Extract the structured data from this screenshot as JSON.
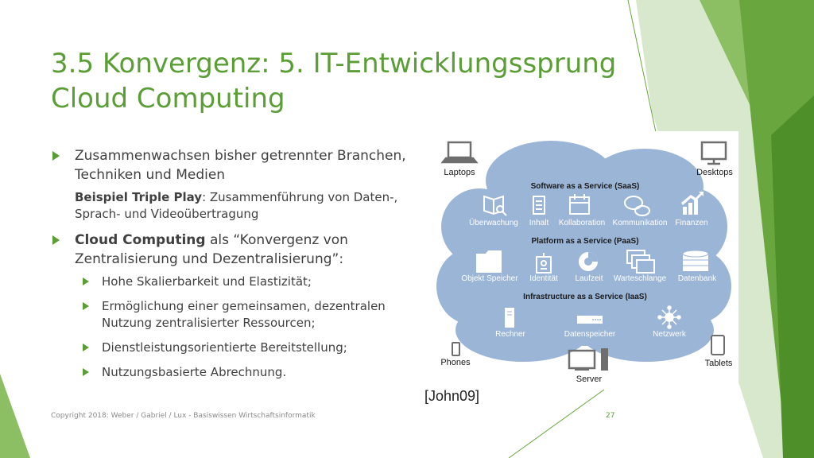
{
  "slide": {
    "title_line1": "3.5 Konvergenz: 5. IT-Entwicklungssprung",
    "title_line2": "Cloud Computing",
    "bullet1": "Zusammenwachsen bisher getrennter Branchen, Techniken und Medien",
    "bullet1_sub_bold": "Beispiel Triple Play",
    "bullet1_sub_rest": ": Zusammenführung von Daten-, Sprach- und Videoübertragung",
    "bullet2_bold": "Cloud Computing",
    "bullet2_rest": " als “Konvergenz von Zentralisierung und Dezentralisierung”:",
    "sub_bullets": [
      "Hohe Skalierbarkeit und Elastizität;",
      "Ermöglichung einer gemeinsamen, dezentralen Nutzung zentralisierter Ressourcen;",
      "Dienstleistungsorientierte Bereitstellung;",
      "Nutzungsbasierte Abrechnung."
    ],
    "citation": "[John09]",
    "footer": "Copyright 2018: Weber / Gabriel / Lux - Basiswissen Wirtschaftsinformatik",
    "page_number": "27"
  },
  "figure": {
    "saas_header": "Software as a Service (SaaS)",
    "paas_header": "Platform as a Service (PaaS)",
    "iaas_header": "Infrastructure as a Service (IaaS)",
    "saas_items": [
      "Überwachung",
      "Inhalt",
      "Kollaboration",
      "Kommunikation",
      "Finanzen"
    ],
    "paas_items": [
      "Objekt Speicher",
      "Identität",
      "Laufzeit",
      "Warteschlange",
      "Datenbank"
    ],
    "iaas_items": [
      "Rechner",
      "Datenspeicher",
      "Netzwerk"
    ],
    "devices": {
      "laptops": "Laptops",
      "desktops": "Desktops",
      "phones": "Phones",
      "tablets": "Tablets",
      "server": "Server"
    },
    "colors": {
      "cloud": "#9bb5d7",
      "device": "#6e6e6e",
      "accent": "#5a9e35"
    }
  }
}
